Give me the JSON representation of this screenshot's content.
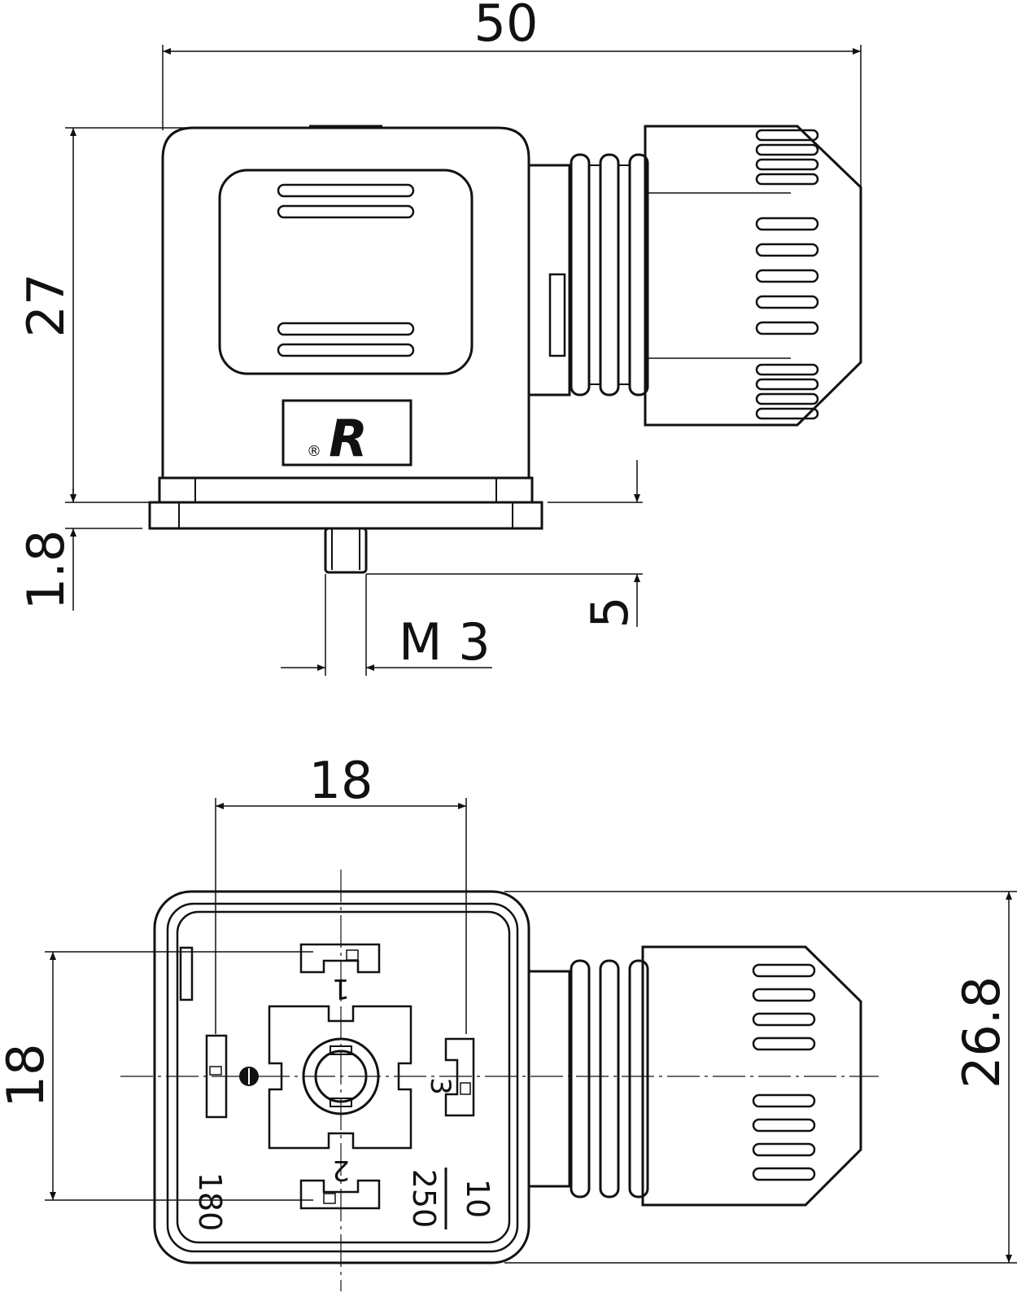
{
  "dimensions": {
    "side_width": "50",
    "side_height": "27",
    "flange_thickness": "1.8",
    "pin_length": "5",
    "screw_thread": "M 3",
    "bottom_top_spacing": "18",
    "bottom_left_spacing": "18",
    "bottom_height": "26.8"
  },
  "pins": {
    "pin1": "1",
    "pin2": "2",
    "pin3": "3"
  },
  "angles": {
    "left": "180",
    "right_top": "10",
    "right_bottom": "250"
  },
  "logo": {
    "mark": "R",
    "registered": "®"
  }
}
